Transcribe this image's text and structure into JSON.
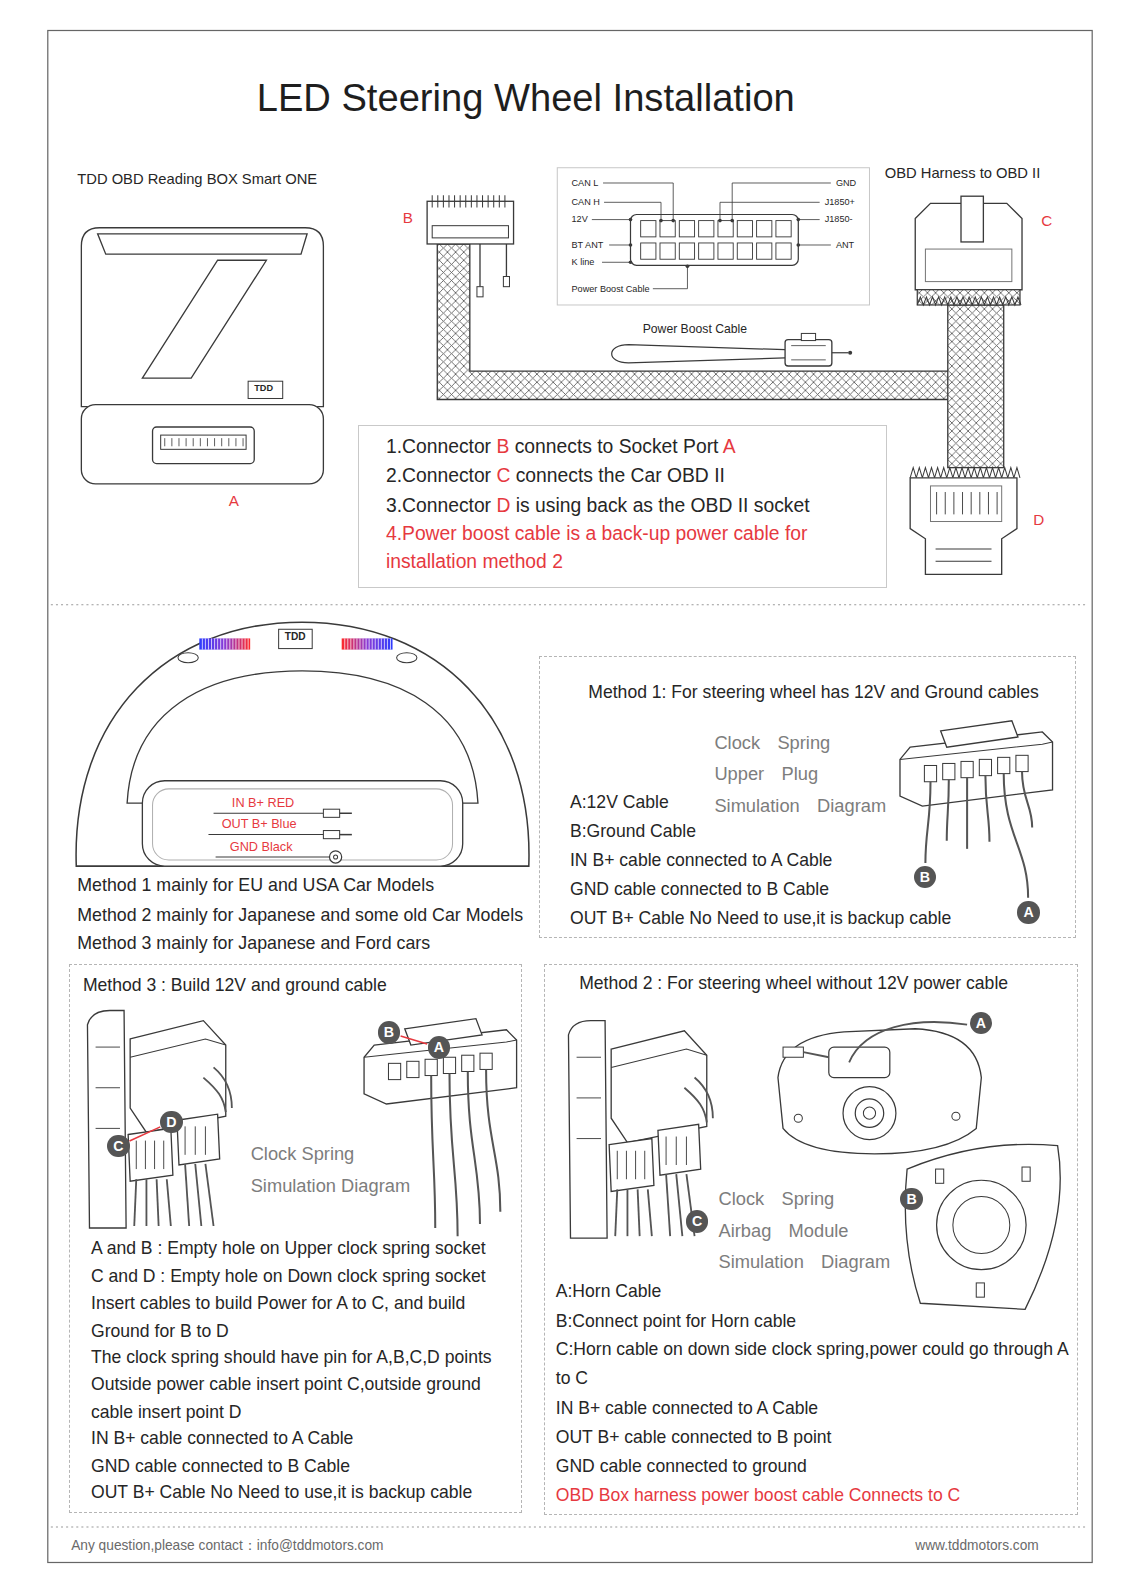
{
  "diagram": {
    "title": "LED Steering Wheel Installation",
    "nodes": [
      {
        "text": [
          "1.Connector B connects to Socket Port A",
          "2.Connector C connects the Car OBD II",
          "3.Connector D is using back as the OBD II socket",
          "4.Power boost cable is a back-up power cable for installation method 2"
        ]
      },
      {
        "text": [
          "Method 1: For steering wheel has 12V and Ground cables",
          "Clock Spring Upper Plug Simulation Diagram",
          "A:12V Cable",
          "B:Ground Cable",
          "IN B+ cable connected to A Cable",
          "GND cable connected to B Cable",
          "OUT B+ Cable No Need to use,it is backup cable"
        ]
      },
      {
        "text": [
          "B"
        ],
        "in": 1
      },
      {
        "text": [
          "A"
        ],
        "in": 1
      },
      {
        "text": [
          "Method 3 : Build 12V and ground cable",
          "Clock Spring Simulation Diagram",
          "A and B : Empty hole on Upper clock spring socket",
          "C and D : Empty hole on Down clock spring socket",
          "Insert cables to build Power for A to C, and build Ground for B to D",
          "The clock spring should have pin for A,B,C,D points",
          "Outside power cable insert point C,outside ground cable insert point D",
          "IN B+ cable connected to A Cable",
          "GND cable connected to B Cable",
          "OUT B+ Cable No Need to use,it is backup cable"
        ]
      },
      {
        "text": [
          "B"
        ],
        "in": 4
      },
      {
        "text": [
          "A"
        ],
        "in": 4
      },
      {
        "text": [
          "C"
        ],
        "in": 4
      },
      {
        "text": [
          "D"
        ],
        "in": 4
      },
      {
        "text": [
          "Method 2 : For steering wheel without 12V power cable",
          "Clock Spring Airbag Module Simulation Diagram",
          "A:Horn Cable",
          "B:Connect point for Horn cable",
          "C:Horn cable on down side clock spring,power could go through A to C",
          "IN B+ cable connected to A Cable",
          "OUT B+ cable connected to B point",
          "GND cable connected to ground",
          "OBD Box harness power boost cable Connects to C"
        ]
      },
      {
        "text": [
          "A"
        ],
        "in": 9
      },
      {
        "text": [
          "B"
        ],
        "in": 9
      },
      {
        "text": [
          "C"
        ],
        "in": 9
      }
    ],
    "edges": [
      {
        "from": 5,
        "to": 6,
        "arrow": "none"
      },
      {
        "from": 7,
        "to": 8,
        "arrow": "none"
      }
    ],
    "labels": [
      "TDD OBD Reading BOX Smart ONE",
      "A",
      "B",
      "CAN L",
      "CAN H",
      "12V",
      "BT ANT",
      "K line",
      "Power Boost Cable",
      "GND",
      "J1850+",
      "J1850-",
      "ANT",
      "OBD Harness to OBD II",
      "C",
      "Power Boost Cable",
      "D",
      "TDD",
      "TDD",
      "IN B+ RED",
      "OUT B+ Blue",
      "GND Black",
      "Method 1 mainly for EU and USA Car Models",
      "Method 2 mainly for Japanese and some old Car Models",
      "Method 3 mainly for Japanese and Ford cars",
      "Any question,please contact：info@tddmotors.com",
      "www.tddmotors.com"
    ]
  }
}
